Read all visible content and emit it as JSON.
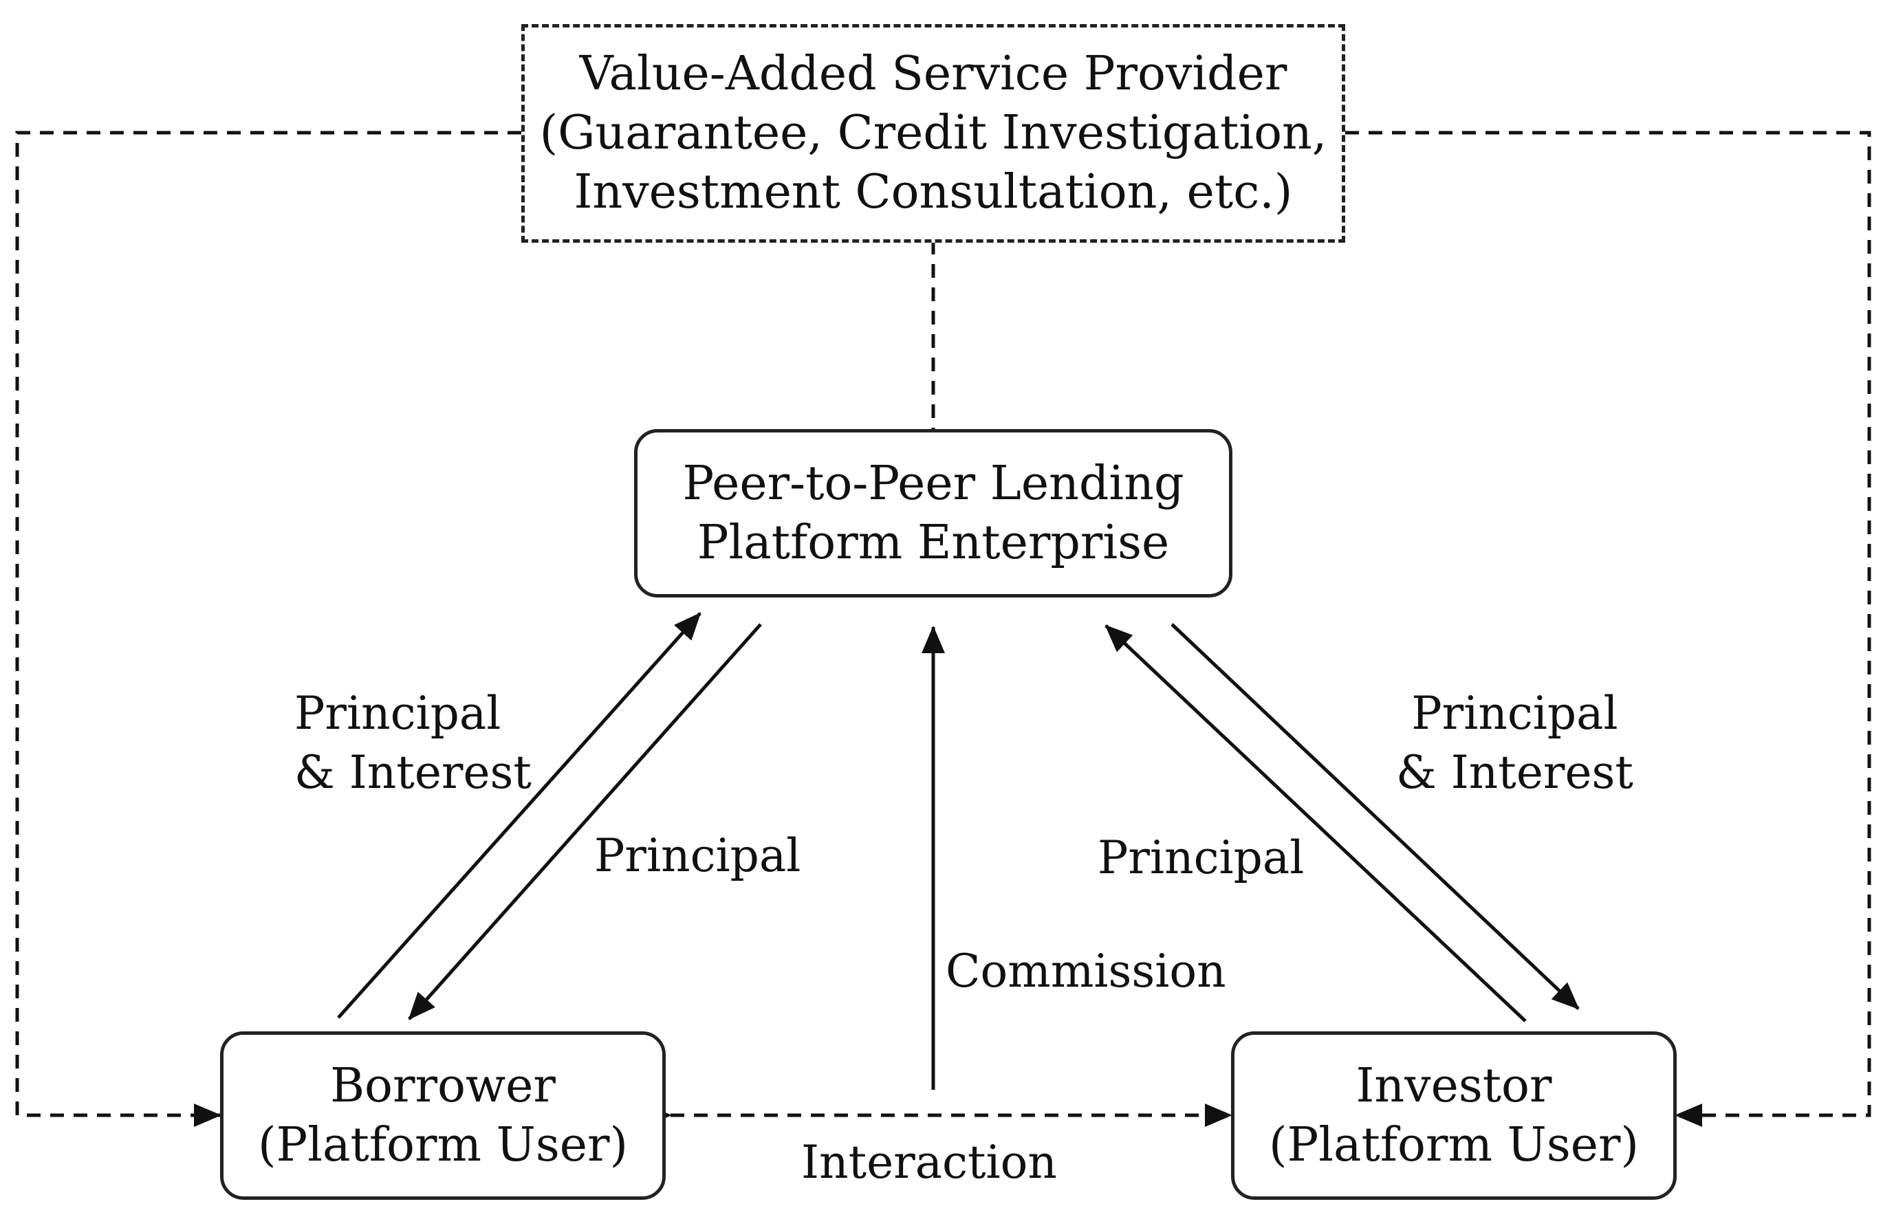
{
  "nodes": {
    "provider": {
      "lines": [
        "Value-Added Service Provider",
        "(Guarantee, Credit Investigation,",
        "Investment Consultation, etc.)"
      ]
    },
    "platform": {
      "lines": [
        "Peer-to-Peer Lending",
        "Platform Enterprise"
      ]
    },
    "borrower": {
      "lines": [
        "Borrower",
        "(Platform User)"
      ]
    },
    "investor": {
      "lines": [
        "Investor",
        "(Platform User)"
      ]
    }
  },
  "edges": {
    "borrower_to_platform": {
      "label": [
        "Principal",
        "& Interest"
      ]
    },
    "platform_to_borrower": {
      "label": [
        "Principal"
      ]
    },
    "commission": {
      "label": [
        "Commission"
      ]
    },
    "investor_to_platform": {
      "label": [
        "Principal"
      ]
    },
    "platform_to_investor": {
      "label": [
        "Principal",
        "& Interest"
      ]
    },
    "interaction": {
      "label": [
        "Interaction"
      ]
    }
  },
  "colors": {
    "line": "#111111",
    "background": "#ffffff"
  }
}
